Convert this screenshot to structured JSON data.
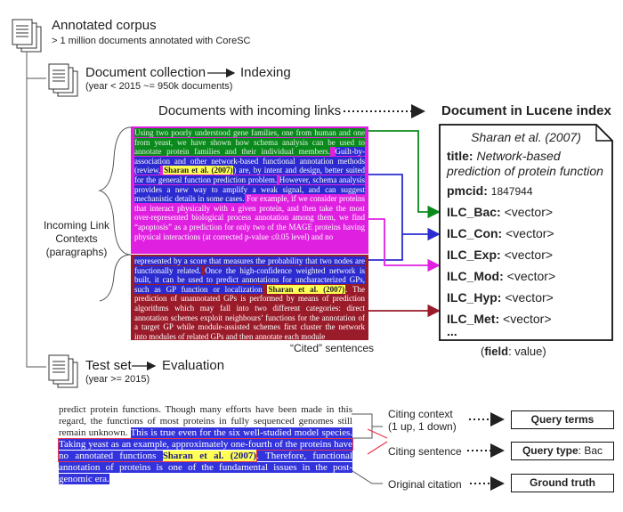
{
  "corpus": {
    "title": "Annotated corpus",
    "subtitle": "> 1 million documents annotated with CoreSC"
  },
  "collection": {
    "title_a": "Document collection",
    "title_b": "Indexing",
    "subtitle": "(year < 2015 ~= 950k documents)"
  },
  "incoming": {
    "title": "Documents with incoming links",
    "ilc_label": "Incoming Link Contexts (paragraphs)",
    "ellipsis": "...",
    "cited_label": "“Cited” sentences"
  },
  "lucene": {
    "title": "Document in Lucene index",
    "author": "Sharan et al. (2007)",
    "title_key": "title:",
    "title_val": "Network-based prediction of protein function",
    "pmcid_key": "pmcid:",
    "pmcid_val": "1847944",
    "fields": [
      {
        "key": "ILC_Bac:",
        "val": "<vector>"
      },
      {
        "key": "ILC_Con:",
        "val": "<vector>"
      },
      {
        "key": "ILC_Exp:",
        "val": "<vector>"
      },
      {
        "key": "ILC_Mod:",
        "val": "<vector>"
      },
      {
        "key": "ILC_Hyp:",
        "val": "<vector>"
      },
      {
        "key": "ILC_Met:",
        "val": "<vector>"
      }
    ],
    "more": "...",
    "legend_key": "field",
    "legend_rest": ": value)",
    "legend_open": "("
  },
  "para1": {
    "green_a": "Using two poorly understood gene families, one from human and one from yeast, we have shown how schema analysis can be used to annotate protein families and their individual members.",
    "blue_a": "Guilt-by-association and other network-based functional annotation methods (review,",
    "cite": "Sharan et al. (2007)",
    "blue_b": ") are, by intent and design, better suited for the general function prediction problem.",
    "blue_c": "However, schema analysis provides a new way to amplify a weak signal, and can suggest mechanistic details in some cases.",
    "mag_a": "For example, if we consider proteins that interact physically with a given protein, and then take the most over-represented biological process annotation among them, we find “apoptosis” as a prediction for only two of the MAGE proteins having physical interactions (at corrected p-value ≤0.05 level) and no"
  },
  "para2": {
    "blue_a": "represented by a score that measures the probability that two nodes are functionally related.",
    "blue_b": "Once the high-confidence weighted network is built, it can be used to predict annotations for uncharacterized GPs, such as GP function or localization",
    "cite": "Sharan et al. (2007)",
    "red_a": ". The prediction of unannotated GPs is performed by means of prediction algorithms which may fall into two different categories: direct annotation schemes exploit neighbours’ functions for the annotation of a target GP while module-assisted schemes first cluster the network into modules of related GPs and then annotate each module"
  },
  "testset": {
    "title_a": "Test set",
    "title_b": "Evaluation",
    "subtitle": "(year >= 2015)"
  },
  "bottom_para": {
    "plain_a": "predict protein functions. Though many efforts have been made in this regard, the functions of most proteins in fully sequenced genomes still remain unknown.",
    "blue_a": "This is true even for the six well-studied model species.",
    "blue_b": "Taking yeast as an example, approximately one-fourth of the proteins have no annotated functions",
    "cite": "Sharan et al. (2007)",
    "blue_c": ". Therefore, functional annotation of proteins is one of the fundamental issues in the post-genomic era."
  },
  "labels": {
    "citing_context": "Citing context",
    "citing_context_sub": "(1 up, 1 down)",
    "citing_sentence": "Citing sentence",
    "original_citation": "Original citation"
  },
  "boxes": {
    "query_terms": "Query terms",
    "query_type_key": "Query type",
    "query_type_val": ": Bac",
    "ground_truth": "Ground truth"
  },
  "colors": {
    "green": "#0a8a1c",
    "blue": "#2b2bd0",
    "magenta": "#e020e0",
    "darkred": "#9a1c2a",
    "yellow": "#ffff55",
    "red": "#e8344a"
  }
}
